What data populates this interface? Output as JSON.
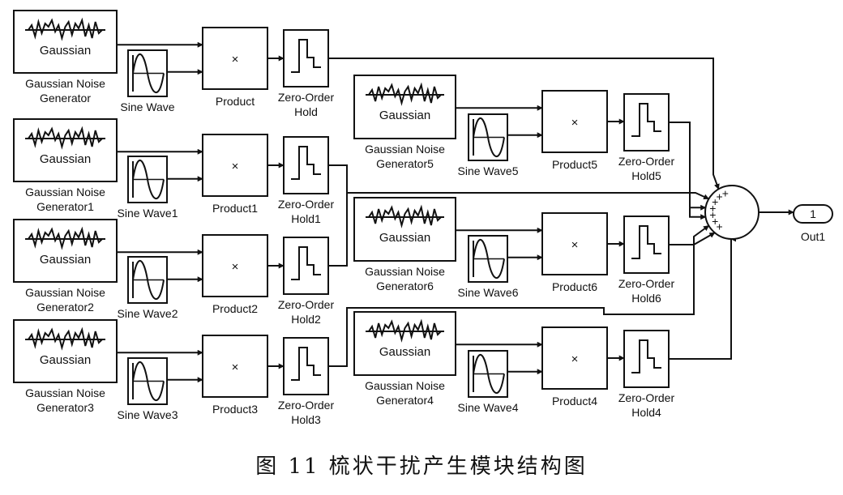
{
  "caption": "图 11   梳状干扰产生模块结构图",
  "gaussian_inner_label": "Gaussian",
  "product_symbol": "×",
  "rows": [
    {
      "gen": [
        "Gaussian Noise",
        "Generator"
      ],
      "sine": "Sine Wave",
      "product": "Product",
      "hold": [
        "Zero-Order",
        "Hold"
      ]
    },
    {
      "gen": [
        "Gaussian Noise",
        "Generator1"
      ],
      "sine": "Sine Wave1",
      "product": "Product1",
      "hold": [
        "Zero-Order",
        "Hold1"
      ]
    },
    {
      "gen": [
        "Gaussian Noise",
        "Generator2"
      ],
      "sine": "Sine Wave2",
      "product": "Product2",
      "hold": [
        "Zero-Order",
        "Hold2"
      ]
    },
    {
      "gen": [
        "Gaussian Noise",
        "Generator3"
      ],
      "sine": "Sine Wave3",
      "product": "Product3",
      "hold": [
        "Zero-Order",
        "Hold3"
      ]
    },
    {
      "gen": [
        "Gaussian Noise",
        "Generator5"
      ],
      "sine": "Sine Wave5",
      "product": "Product5",
      "hold": [
        "Zero-Order",
        "Hold5"
      ]
    },
    {
      "gen": [
        "Gaussian Noise",
        "Generator6"
      ],
      "sine": "Sine Wave6",
      "product": "Product6",
      "hold": [
        "Zero-Order",
        "Hold6"
      ]
    },
    {
      "gen": [
        "Gaussian Noise",
        "Generator4"
      ],
      "sine": "Sine Wave4",
      "product": "Product4",
      "hold": [
        "Zero-Order",
        "Hold4"
      ]
    }
  ],
  "sum": {
    "signs": "+++++++"
  },
  "outport": {
    "number": "1",
    "label": "Out1"
  }
}
